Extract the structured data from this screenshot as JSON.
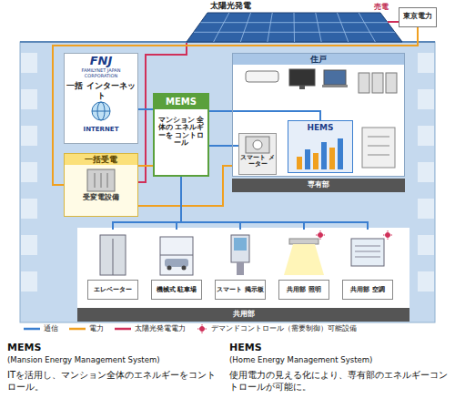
{
  "diagram": {
    "nodes": [
      {
        "text": [
          "東京電力"
        ]
      },
      {
        "text": [
          "FNJ",
          "FAMILYNET JAPAN CORPORATION",
          "一括 インターネット",
          "INTERNET"
        ]
      },
      {
        "text": [
          "一括受電",
          "受変電設備"
        ]
      },
      {
        "text": [
          "MEMS",
          "マンション 全体の エネルギーを コントロール"
        ]
      },
      {
        "text": [
          "住戸"
        ]
      },
      {
        "text": [
          "スマート メーター"
        ],
        "in": 4
      },
      {
        "text": [
          "HEMS"
        ],
        "in": 4
      },
      {
        "text": [
          "専有部"
        ]
      },
      {
        "text": [
          "エレベーター"
        ]
      },
      {
        "text": [
          "機械式 駐車場"
        ]
      },
      {
        "text": [
          "スマート 掲示板"
        ]
      },
      {
        "text": [
          "共用部 照明"
        ]
      },
      {
        "text": [
          "共用部 空調"
        ]
      },
      {
        "text": [
          "共用部"
        ]
      }
    ],
    "edges": [
      {
        "from": 3,
        "to": 1,
        "arrow": "none"
      },
      {
        "from": 3,
        "to": 2,
        "arrow": "none"
      },
      {
        "from": 3,
        "to": 6,
        "arrow": "none"
      },
      {
        "from": 3,
        "to": 5,
        "arrow": "none"
      },
      {
        "from": 3,
        "to": 8,
        "arrow": "none"
      },
      {
        "from": 3,
        "to": 9,
        "arrow": "none"
      },
      {
        "from": 3,
        "to": 10,
        "arrow": "none"
      },
      {
        "from": 3,
        "to": 11,
        "arrow": "none"
      },
      {
        "from": 3,
        "to": 12,
        "arrow": "none"
      },
      {
        "from": 0,
        "to": 2,
        "arrow": "none"
      }
    ],
    "labels": [
      "太陽光発電",
      "売電",
      "MEMS",
      "(Mansion Energy Management System)",
      "ITを活用し、マンション全体のエネルギーをコントロール。",
      "HEMS",
      "(Home Energy Management System)",
      "使用電力の見える化により、専有部のエネルギーコントロールが可能に。"
    ],
    "legend": [
      {
        "text": "通信"
      },
      {
        "text": "電力"
      },
      {
        "text": "太陽光発電電力"
      },
      {
        "text": "デマンドコントロール（需要制御）可能設備"
      }
    ]
  }
}
